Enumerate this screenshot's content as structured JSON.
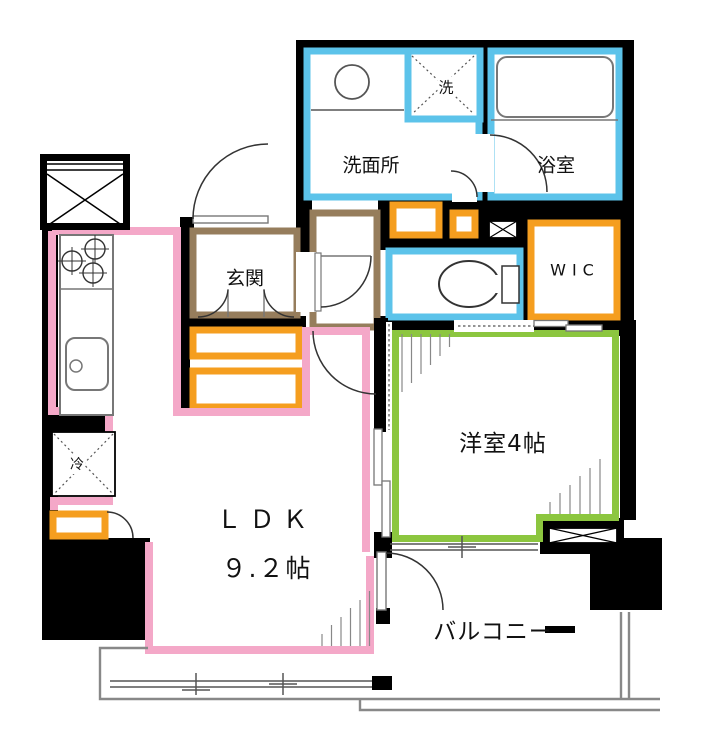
{
  "floorplan": {
    "type": "apartment-floor-plan",
    "labels": {
      "washroom": "洗面所",
      "bathroom": "浴室",
      "laundry": "洗",
      "wic": "WIC",
      "genkan": "玄関",
      "western_room": "洋室4帖",
      "ldk": "ＬＤＫ",
      "ldk_size": "９.２帖",
      "balcony": "バルコニー",
      "fridge": "冷"
    },
    "colors": {
      "wet_area_accent": "#5cc3ea",
      "storage_accent": "#f59e1f",
      "bedroom_accent": "#8cc63f",
      "ldk_accent": "#f4a8c8",
      "entrance_accent": "#967d5c",
      "wall": "#000000",
      "fixture_line": "#777777",
      "balcony_line": "#888888"
    }
  }
}
